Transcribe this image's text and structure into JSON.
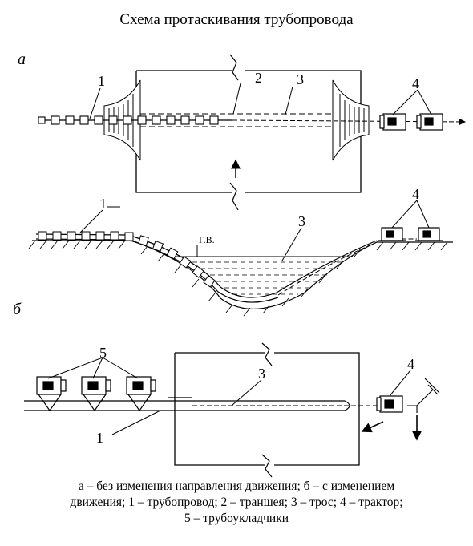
{
  "title": "Схема протаскивания трубопровода",
  "panel_labels": {
    "a": "а",
    "b": "б"
  },
  "part_numbers": {
    "n1": "1",
    "n2": "2",
    "n3": "3",
    "n4": "4",
    "n5": "5"
  },
  "water_level_label": "Г.В.",
  "caption": {
    "line1": "а – без изменения направления движения; б – с изменением",
    "line2": "движения; 1 – трубопровод; 2 – траншея; 3 – трос; 4 – трактор;",
    "line3": "5 – трубоукладчики"
  },
  "colors": {
    "ink": "#000000",
    "background": "#ffffff"
  }
}
